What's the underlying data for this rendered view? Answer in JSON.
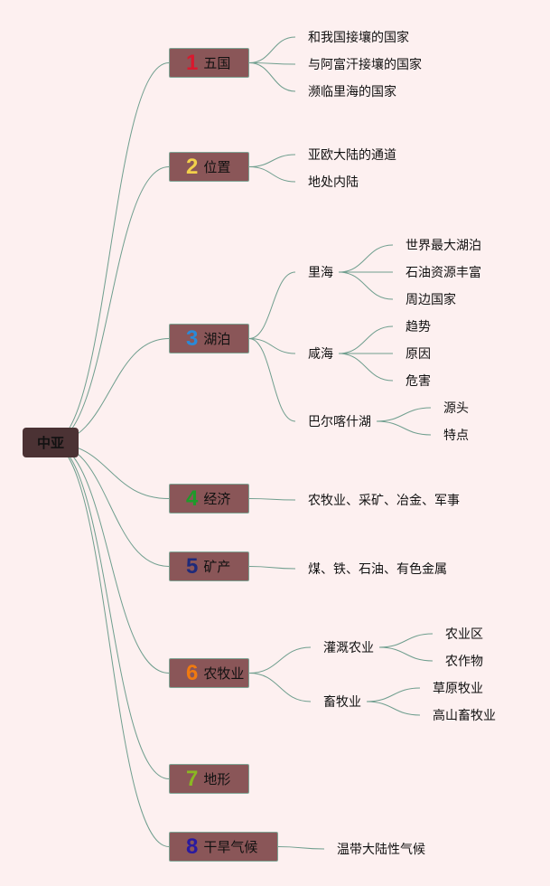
{
  "root": "中亚",
  "branches": [
    {
      "num": "1",
      "label": "五国",
      "color": "#d9182e",
      "children": [
        "和我国接壤的国家",
        "与阿富汗接壤的国家",
        "濒临里海的国家"
      ]
    },
    {
      "num": "2",
      "label": "位置",
      "color": "#f2d04a",
      "children": [
        "亚欧大陆的通道",
        "地处内陆"
      ]
    },
    {
      "num": "3",
      "label": "湖泊",
      "color": "#2a8ad8",
      "children": [
        {
          "label": "里海",
          "children": [
            "世界最大湖泊",
            "石油资源丰富",
            "周边国家"
          ]
        },
        {
          "label": "咸海",
          "children": [
            "趋势",
            "原因",
            "危害"
          ]
        },
        {
          "label": "巴尔喀什湖",
          "children": [
            "源头",
            "特点"
          ]
        }
      ]
    },
    {
      "num": "4",
      "label": "经济",
      "color": "#1e9a2a",
      "children": [
        "农牧业、采矿、冶金、军事"
      ]
    },
    {
      "num": "5",
      "label": "矿产",
      "color": "#1f2a7a",
      "children": [
        "煤、铁、石油、有色金属"
      ]
    },
    {
      "num": "6",
      "label": "农牧业",
      "color": "#f07a10",
      "children": [
        {
          "label": "灌溉农业",
          "children": [
            "农业区",
            "农作物"
          ]
        },
        {
          "label": "畜牧业",
          "children": [
            "草原牧业",
            "高山畜牧业"
          ]
        }
      ]
    },
    {
      "num": "7",
      "label": "地形",
      "color": "#8ab822",
      "children": []
    },
    {
      "num": "8",
      "label": "干旱气候",
      "color": "#2a1aa0",
      "children": [
        "温带大陆性气候"
      ]
    }
  ],
  "edge_color": "#6f9e8e"
}
